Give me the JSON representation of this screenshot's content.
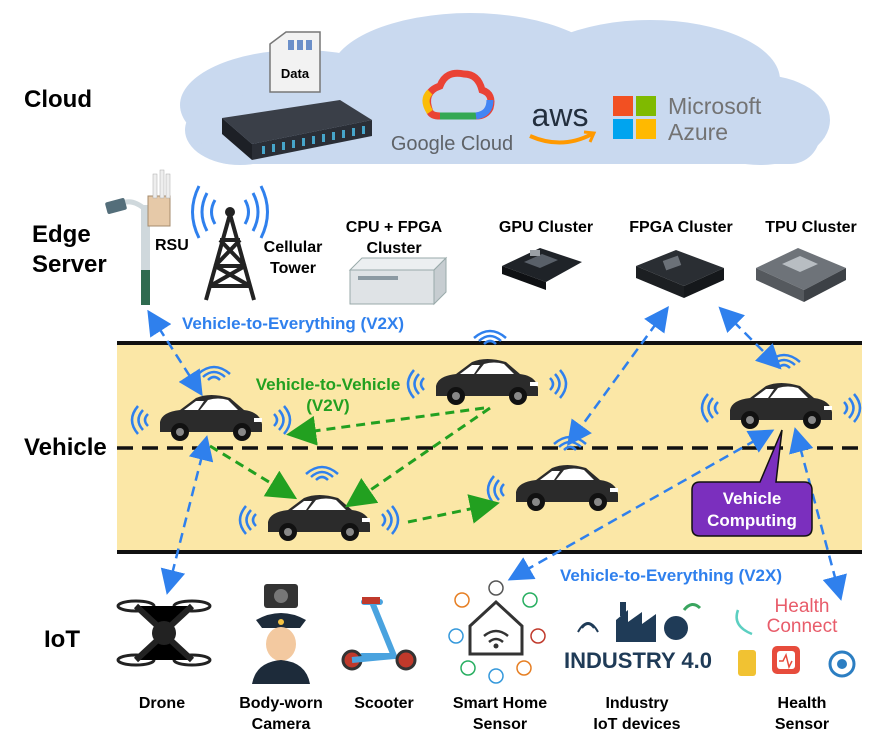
{
  "tiers": {
    "cloud": "Cloud",
    "edge_line1": "Edge",
    "edge_line2": "Server",
    "vehicle": "Vehicle",
    "iot": "IoT"
  },
  "cloud": {
    "data_label": "Data",
    "google_cloud": "Google Cloud",
    "aws": "aws",
    "azure_line1": "Microsoft",
    "azure_line2": "Azure"
  },
  "edge": {
    "rsu": "RSU",
    "cell_tower_line1": "Cellular",
    "cell_tower_line2": "Tower",
    "cpu_fpga_line1": "CPU + FPGA",
    "cpu_fpga_line2": "Cluster",
    "gpu_cluster": "GPU Cluster",
    "fpga_cluster": "FPGA Cluster",
    "tpu_cluster": "TPU Cluster"
  },
  "links": {
    "v2x_top": "Vehicle-to-Everything (V2X)",
    "v2v_line1": "Vehicle-to-Vehicle",
    "v2v_line2": "(V2V)",
    "v2x_bottom": "Vehicle-to-Everything (V2X)"
  },
  "vehicle_computing": {
    "line1": "Vehicle",
    "line2": "Computing"
  },
  "iot": {
    "drone": "Drone",
    "body_cam_line1": "Body-worn",
    "body_cam_line2": "Camera",
    "scooter": "Scooter",
    "smart_home_line1": "Smart Home",
    "smart_home_line2": "Sensor",
    "industry_line1": "Industry",
    "industry_line2": "IoT devices",
    "industry_logo_text": "INDUSTRY 4.0",
    "health_line1": "Health",
    "health_line2": "Sensor",
    "health_logo_line1": "Health",
    "health_logo_line2": "Connect"
  },
  "colors": {
    "road": "#fbe7a6",
    "cloud": "#c9d9ef",
    "v2x": "#2f80ed",
    "v2v": "#22a020",
    "vehicle_computing": "#7b2fbe"
  }
}
